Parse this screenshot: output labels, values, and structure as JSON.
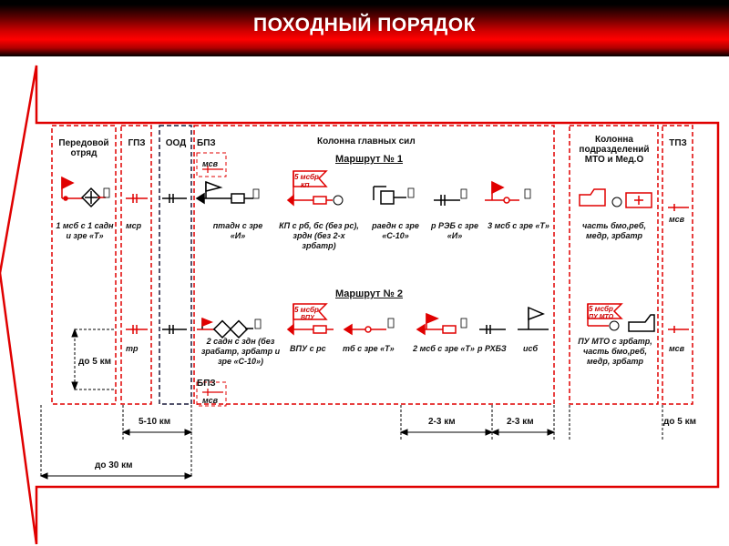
{
  "title": "ПОХОДНЫЙ ПОРЯДОК",
  "headers": {
    "advance": "Передовой отряд",
    "gpz": "ГПЗ",
    "ood": "ООД",
    "bpz_top": "БПЗ",
    "main_column": "Колонна главных сил",
    "mto_column": "Колонна подразделений МТО и Мед.О",
    "tpz": "ТПЗ"
  },
  "routes": {
    "route1": "Маршрут № 1",
    "route2": "Маршрут № 2"
  },
  "flags": {
    "msbr1": "5 мсбр",
    "kp": "КП",
    "msbr2": "5 мсбр",
    "vpu": "ВПУ",
    "msbr3": "5 мсбр",
    "pu_mto": "ПУ МТО"
  },
  "labels": {
    "msb1": "1 мсб с 1 садн и зре «Т»",
    "msr": "мср",
    "msv_top": "мсв",
    "ptadn": "птадн с зре «И»",
    "kp": "КП с рб, бс (без рс), зрдн (без 2-х зрбатр)",
    "raedn": "раедн с зре «С-10»",
    "reb": "р РЭБ с зре «И»",
    "msb3": "3 мсб с  зре «Т»",
    "mto_part1": "часть бмо,реб, медр, зрбатр",
    "msv_tpz1": "мсв",
    "tr": "тр",
    "sadn2": "2 садн с здн (без зрабатр, зрбатр и зре «С-10»)",
    "bpz_bottom": "БПЗ",
    "msv_bottom": "мсв",
    "vpu": "ВПУ с рс",
    "tb": "тб с зре «Т»",
    "msb2": "2 мсб с зре «Т»",
    "rkhbz": "р РХБЗ",
    "isb": "исб",
    "pu_mto": "ПУ МТО с зрбатр, часть бмо,реб, медр, зрбатр",
    "msv_tpz2": "мсв"
  },
  "distances": {
    "d5a": "до 5 км",
    "d510": "5-10 км",
    "d30": "до 30 км",
    "d23a": "2-3 км",
    "d23b": "2-3 км",
    "d5b": "до 5 км"
  }
}
